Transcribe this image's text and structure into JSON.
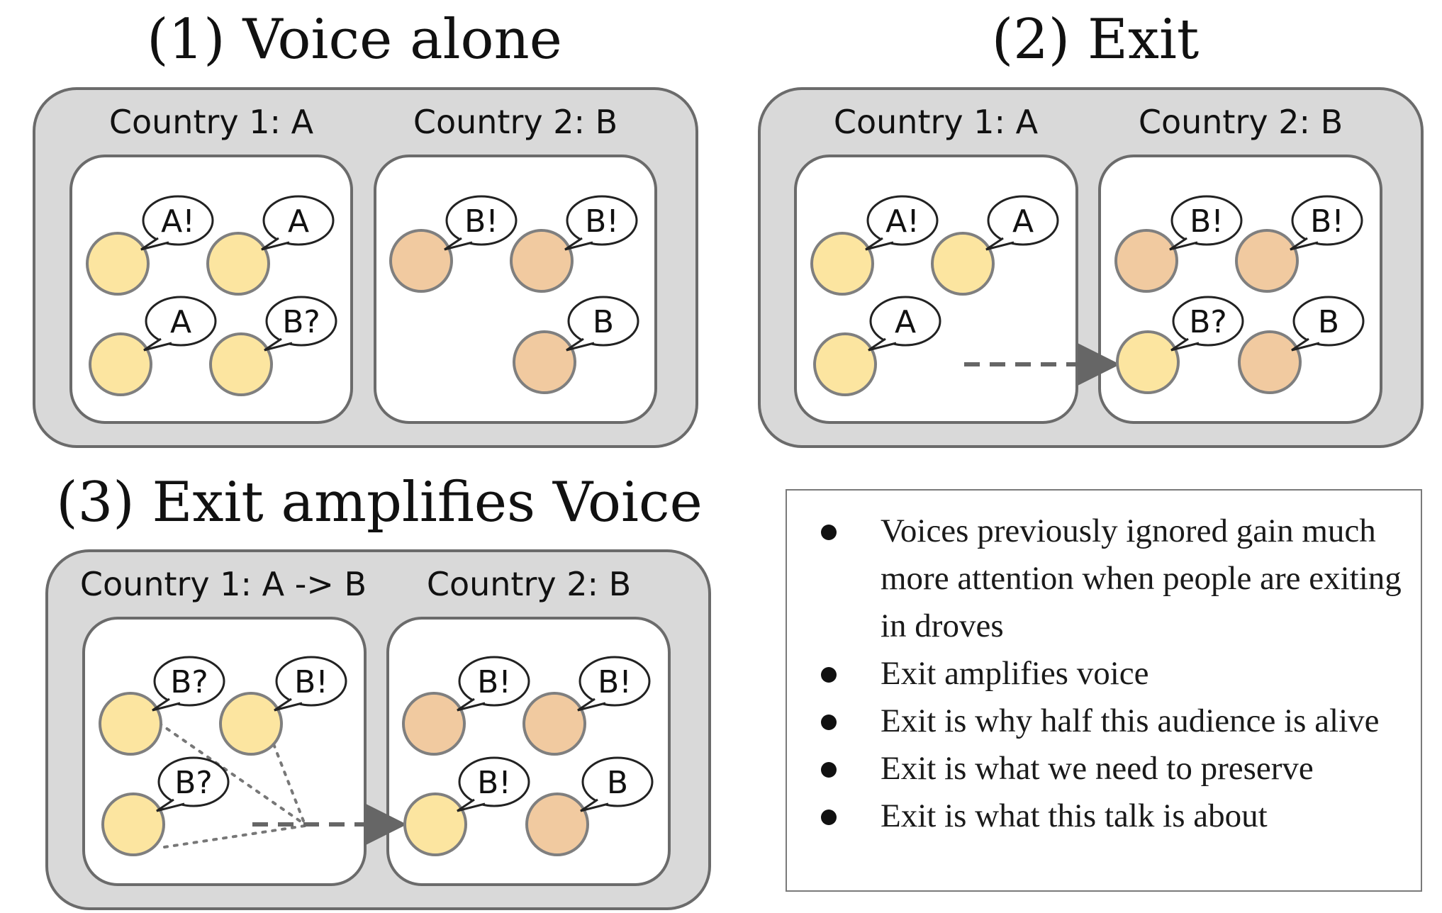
{
  "panels": [
    {
      "title": "(1) Voice alone",
      "countries": [
        {
          "label": "Country 1: A",
          "bubbles": [
            "A!",
            "A",
            "A",
            "B?"
          ]
        },
        {
          "label": "Country 2: B",
          "bubbles": [
            "B!",
            "B!",
            "B"
          ]
        }
      ]
    },
    {
      "title": "(2) Exit",
      "countries": [
        {
          "label": "Country 1: A",
          "bubbles": [
            "A!",
            "A",
            "A"
          ]
        },
        {
          "label": "Country 2: B",
          "bubbles": [
            "B!",
            "B!",
            "B?",
            "B"
          ]
        }
      ]
    },
    {
      "title": "(3) Exit amplifies Voice",
      "countries": [
        {
          "label": "Country 1: A -> B",
          "bubbles": [
            "B?",
            "B!",
            "B?"
          ]
        },
        {
          "label": "Country 2: B",
          "bubbles": [
            "B!",
            "B!",
            "B!",
            "B"
          ]
        }
      ]
    }
  ],
  "bullets": [
    "Voices previously ignored gain much more attention when people are exiting in droves",
    "Exit amplifies voice",
    "Exit is why half this audience is alive",
    "Exit is what we need to preserve",
    "Exit is what this talk is about"
  ],
  "colors": {
    "panel_bg": "#d9d9d9",
    "panel_border": "#6b6b6b",
    "country_a_person": "#fce5a0",
    "country_b_person": "#f1caa0",
    "person_border": "#7f7f7f",
    "arrow": "#666666"
  }
}
